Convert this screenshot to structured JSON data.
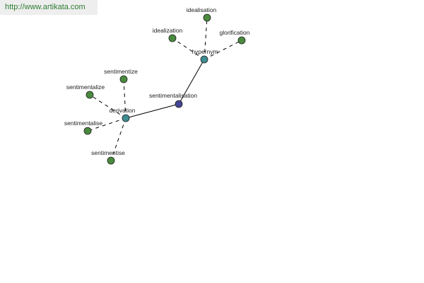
{
  "source": {
    "url": "http://www.artikata.com"
  },
  "colors": {
    "word_node": "#4a8a3e",
    "relation_node": "#3f8c91",
    "center_node": "#454593",
    "url_text": "#2e7d32"
  },
  "graph": {
    "center": {
      "label": "sentimentalisation"
    },
    "relations": {
      "hypernym": {
        "label": "hypernym"
      },
      "derivation": {
        "label": "derivation"
      }
    },
    "words": {
      "idealisation": {
        "label": "idealisation"
      },
      "idealization": {
        "label": "idealization"
      },
      "glorification": {
        "label": "glorification"
      },
      "sentimentize": {
        "label": "sentimentize"
      },
      "sentimentalize": {
        "label": "sentimentalize"
      },
      "sentimentalise": {
        "label": "sentimentalise"
      },
      "sentimentise": {
        "label": "sentimentise"
      }
    }
  }
}
